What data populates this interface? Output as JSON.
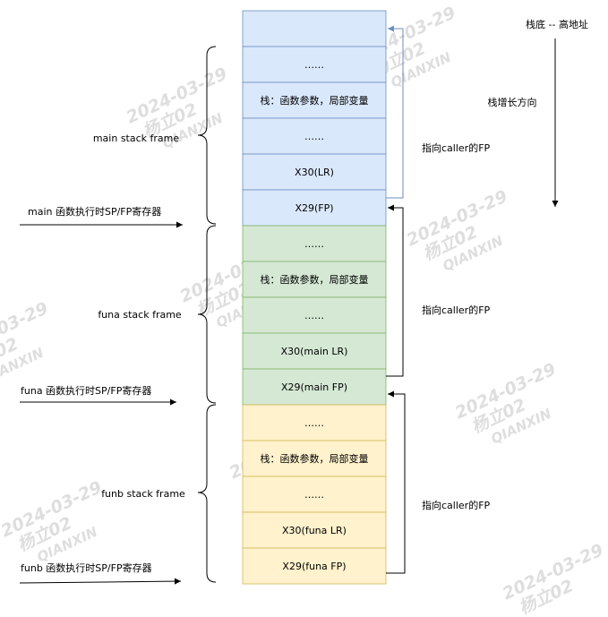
{
  "stack": {
    "frames": [
      {
        "name": "main",
        "color": "#dae8fc",
        "cells": [
          "",
          "……",
          "栈：函数参数，局部变量",
          "……",
          "X30(LR)",
          "X29(FP)"
        ]
      },
      {
        "name": "funa",
        "color": "#d5e8d4",
        "cells": [
          "……",
          "栈：函数参数，局部变量",
          "……",
          "X30(main LR)",
          "X29(main FP)"
        ]
      },
      {
        "name": "funb",
        "color": "#fff2cc",
        "cells": [
          "……",
          "栈：函数参数，局部变量",
          "……",
          "X30(funa LR)",
          "X29(funa FP)"
        ]
      }
    ]
  },
  "labels": {
    "frame_labels": [
      "main stack frame",
      "funa stack frame",
      "funb stack frame"
    ],
    "register_labels": [
      "main 函数执行时SP/FP寄存器",
      "funa 函数执行时SP/FP寄存器",
      "funb 函数执行时SP/FP寄存器"
    ],
    "fp_links": [
      "指向caller的FP",
      "指向caller的FP",
      "指向caller的FP"
    ],
    "stack_bottom": "栈底 -- 高地址",
    "growth": "栈增长方向"
  },
  "colors": {
    "main_frame": "#dae8fc",
    "funa_frame": "#d5e8d4",
    "funb_frame": "#fff2cc",
    "main_border": "#6c8ebf",
    "funa_border": "#82b366",
    "funb_border": "#d6b656",
    "main_link": "#6c8ebf",
    "line": "#000000"
  },
  "watermark": {
    "date": "2024-03-29",
    "name": "杨立02",
    "org": "QIANXIN"
  }
}
